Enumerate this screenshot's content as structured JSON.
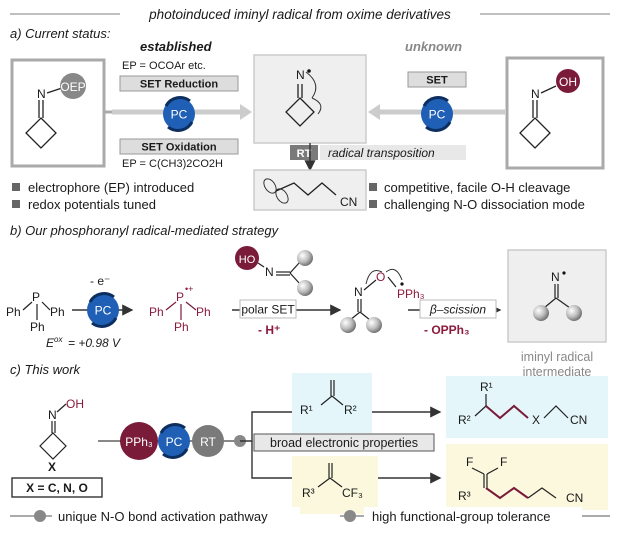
{
  "header": {
    "title": "photoinduced iminyl radical from oxime derivatives"
  },
  "section_a": {
    "label": "a) Current status:",
    "established": "established",
    "unknown": "unknown",
    "ep_label": "EP = OCOAr etc.",
    "set_reduction": "SET Reduction",
    "set_oxidation": "SET Oxidation",
    "ep_label2": "EP = C(CH3)2CO2H",
    "oep_tag": "OEP",
    "oh_tag": "OH",
    "n_atom": "N",
    "pc": "PC",
    "set": "SET",
    "rt": "RT",
    "radical_transposition": "radical transposition",
    "cn": "CN",
    "bullets_left": [
      "electrophore (EP) introduced",
      "redox potentials tuned"
    ],
    "bullets_right": [
      "competitive, facile O-H cleavage",
      "challenging N-O dissociation mode"
    ]
  },
  "section_b": {
    "label": "b) Our phosphoranyl radical-mediated strategy",
    "ph": "Ph",
    "p": "P",
    "pc": "PC",
    "electron": "- e⁻",
    "eox_label": "E",
    "eox_sup": "ox",
    "eox_value": "= +0.98 V",
    "ho": "HO",
    "n_atom": "N",
    "polar_set": "polar SET",
    "minus_h": "- H⁺",
    "o_atom": "O",
    "pph3": "PPh₃",
    "beta_scission_prefix": "β",
    "beta_scission": "–scission",
    "minus_opph3": "- OPPh₃",
    "iminyl_line1": "iminyl radical",
    "iminyl_line2": "intermediate"
  },
  "section_c": {
    "label": "c) This work",
    "oh": "OH",
    "n_atom": "N",
    "x_atom": "X",
    "x_def": "X = C, N, O",
    "pph3": "PPh₃",
    "pc": "PC",
    "rt": "RT",
    "broad": "broad electronic properties",
    "r1": "R¹",
    "r2": "R²",
    "r3": "R³",
    "cf3": "CF₃",
    "x": "X",
    "cn": "CN",
    "f": "F",
    "footer_left": "unique N-O bond activation pathway",
    "footer_right": "high functional-group tolerance"
  },
  "colors": {
    "pc_blue": "#1f5fb5",
    "maroon": "#7a1b3a",
    "rt_grey": "#7a7a7a",
    "cyan_bg": "#e4f6fa",
    "yellow_bg": "#fbf8dd",
    "grey_box": "#efefef"
  }
}
